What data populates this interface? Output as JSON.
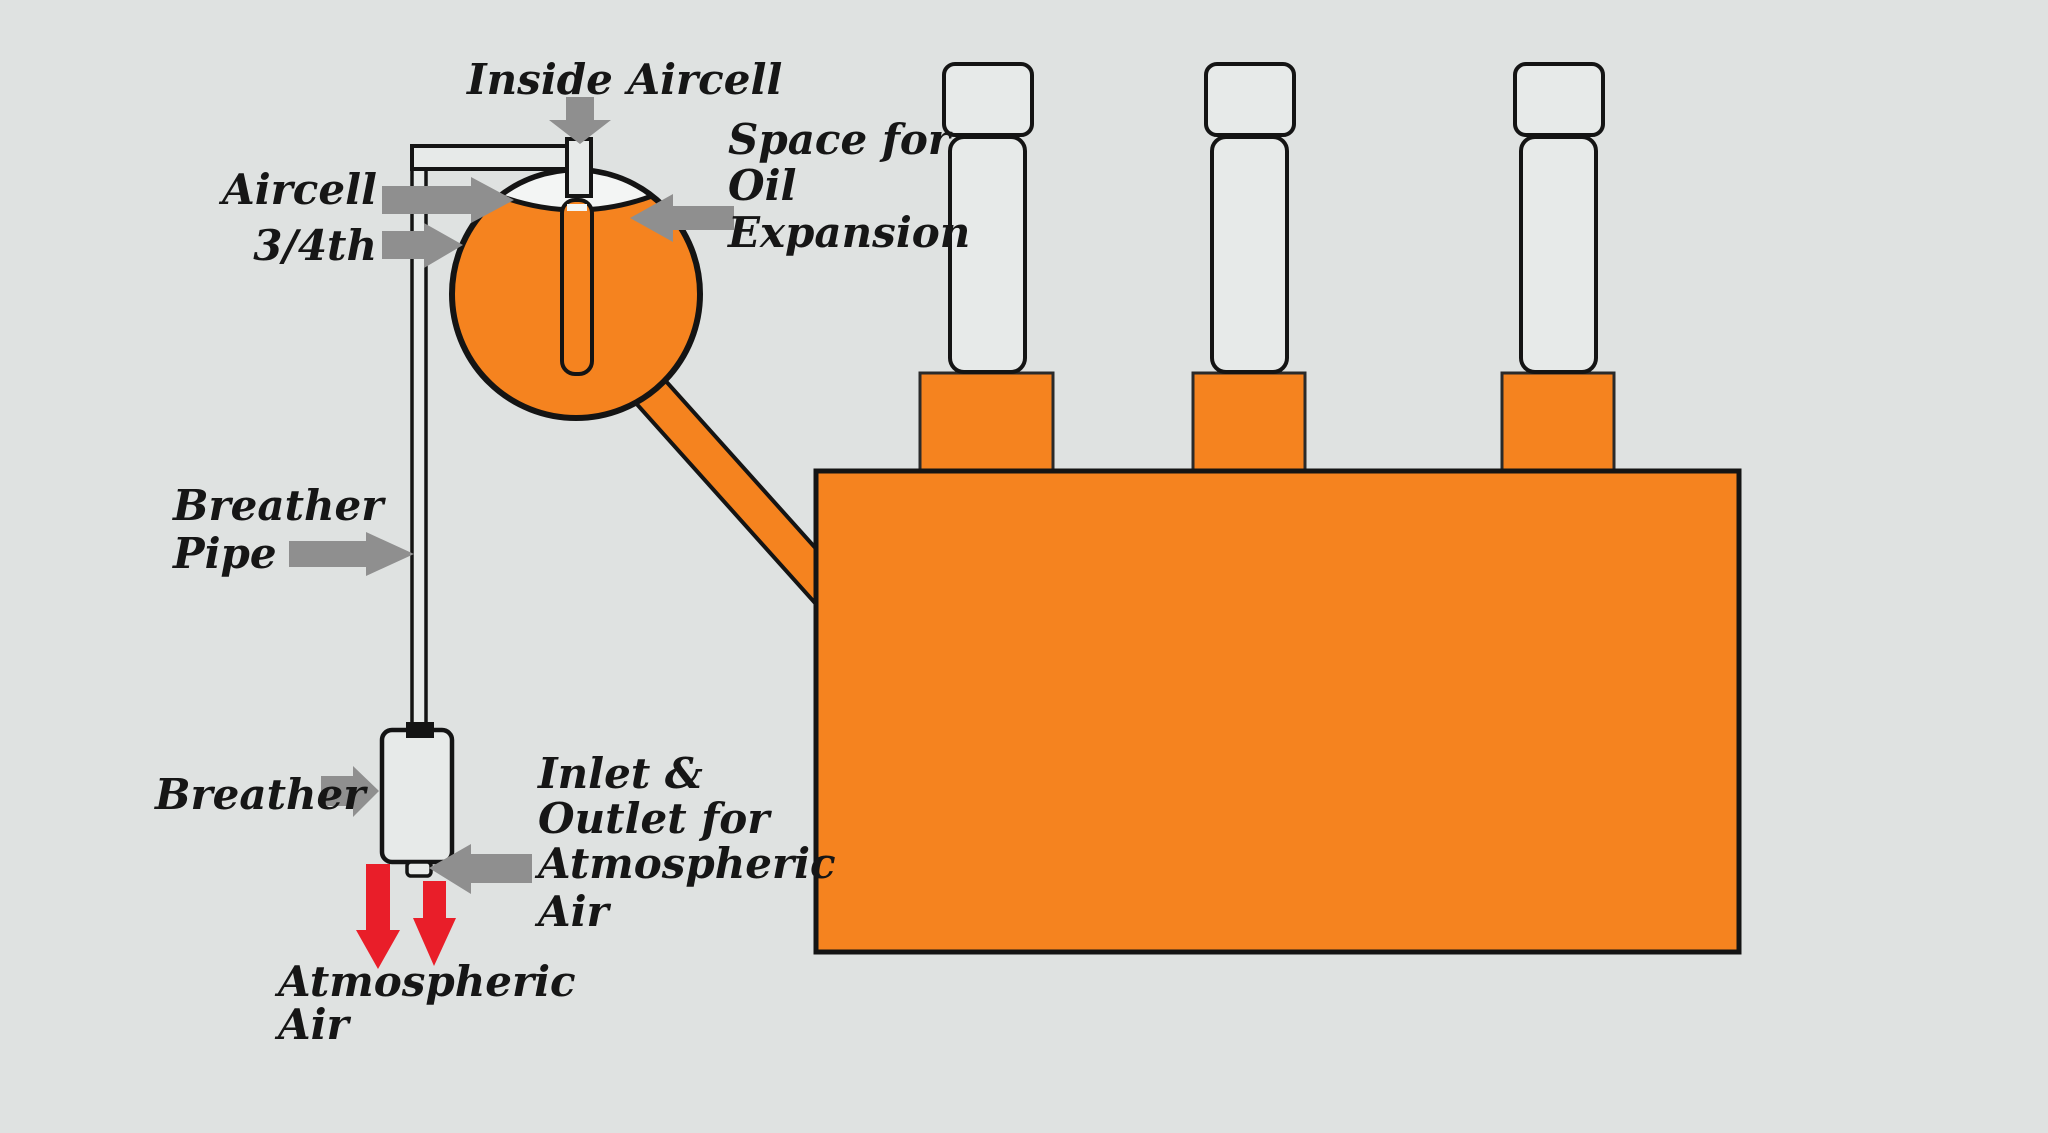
{
  "diagram_title": "Transformer conservator with aircell and breather",
  "colors": {
    "background": "#dfe2e1",
    "tank_orange": "#f5831f",
    "outline_black": "#141414",
    "arrow_gray": "#8f8f8f",
    "arrow_red": "#e91e29",
    "component_fill": "#e7eae9",
    "aircell_white": "#f3f5f4",
    "text_ink": "#161616"
  },
  "labels": {
    "inside_aircell": "Inside Aircell",
    "space_for_oil_expansion": {
      "line1": "Space for",
      "line2": "Oil",
      "line3": "Expansion"
    },
    "aircell": "Aircell",
    "three_fourth": "3/4th",
    "breather_pipe": {
      "line1": "Breather",
      "line2": "Pipe"
    },
    "breather": "Breather",
    "inlet_outlet": {
      "line1": "Inlet &",
      "line2": "Outlet for",
      "line3": "Atmospheric",
      "line4": "Air"
    },
    "atmospheric_air": {
      "line1": "Atmospheric",
      "line2": "Air"
    }
  }
}
